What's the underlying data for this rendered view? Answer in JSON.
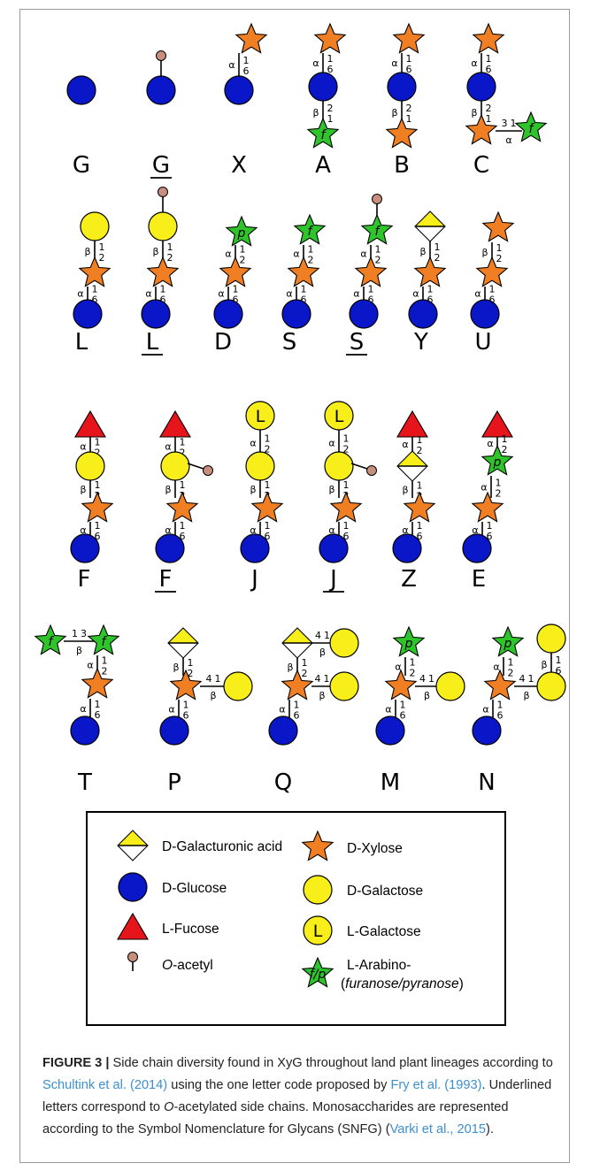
{
  "figure": {
    "structures": [
      {
        "code": "G",
        "underlined": false
      },
      {
        "code": "G",
        "underlined": true
      },
      {
        "code": "X",
        "underlined": false
      },
      {
        "code": "A",
        "underlined": false
      },
      {
        "code": "B",
        "underlined": false
      },
      {
        "code": "C",
        "underlined": false
      },
      {
        "code": "L",
        "underlined": false
      },
      {
        "code": "L",
        "underlined": true
      },
      {
        "code": "D",
        "underlined": false
      },
      {
        "code": "S",
        "underlined": false
      },
      {
        "code": "S",
        "underlined": true
      },
      {
        "code": "Y",
        "underlined": false
      },
      {
        "code": "U",
        "underlined": false
      },
      {
        "code": "F",
        "underlined": false
      },
      {
        "code": "F",
        "underlined": true
      },
      {
        "code": "J",
        "underlined": false
      },
      {
        "code": "J",
        "underlined": true
      },
      {
        "code": "Z",
        "underlined": false
      },
      {
        "code": "E",
        "underlined": false
      },
      {
        "code": "T",
        "underlined": false
      },
      {
        "code": "P",
        "underlined": false
      },
      {
        "code": "Q",
        "underlined": false
      },
      {
        "code": "M",
        "underlined": false
      },
      {
        "code": "N",
        "underlined": false
      }
    ],
    "monosaccharide_letters": {
      "furanose": "f",
      "pyranose": "p",
      "l_galactose": "L"
    },
    "linkage_labels": {
      "alpha": "α",
      "beta": "β",
      "one": "1",
      "two": "2",
      "three": "3",
      "four": "4",
      "six": "6"
    },
    "colors": {
      "glucose": "#0a17c9",
      "xylose": "#f07e22",
      "galactose": "#f8ee1a",
      "fucose": "#e5151b",
      "arabinose": "#2fc42b",
      "acetyl": "#c88e7e",
      "galacturonic_acid": "#f8ee1a"
    }
  },
  "legend": {
    "items": [
      {
        "symbol": "galacturonic-acid",
        "label": "D-Galacturonic acid"
      },
      {
        "symbol": "glucose",
        "label": "D-Glucose"
      },
      {
        "symbol": "fucose",
        "label": "L-Fucose"
      },
      {
        "symbol": "acetyl",
        "label_italic": "O",
        "label": "-acetyl"
      },
      {
        "symbol": "xylose",
        "label": "D-Xylose"
      },
      {
        "symbol": "galactose",
        "label": "D-Galactose"
      },
      {
        "symbol": "l-galactose",
        "label": "L-Galactose"
      },
      {
        "symbol": "arabinose",
        "label": "L-Arabino-",
        "label_line2_open": "(",
        "label_line2_italic": "furanose/pyranose",
        "label_line2_close": ")"
      }
    ]
  },
  "caption": {
    "figure_label": "FIGURE 3 |",
    "text1": " Side chain diversity found in XyG throughout land plant lineages according to ",
    "ref1": "Schultink et al. (2014)",
    "text2": " using the one letter code proposed by ",
    "ref2": "Fry et al. (1993)",
    "text3": ". Underlined letters correspond to ",
    "italic1": "O",
    "text4": "-acetylated side chains. Monosaccharides are represented according to the Symbol Nomenclature for Glycans (SNFG) (",
    "ref3": "Varki et al., 2015",
    "text5": ")."
  }
}
